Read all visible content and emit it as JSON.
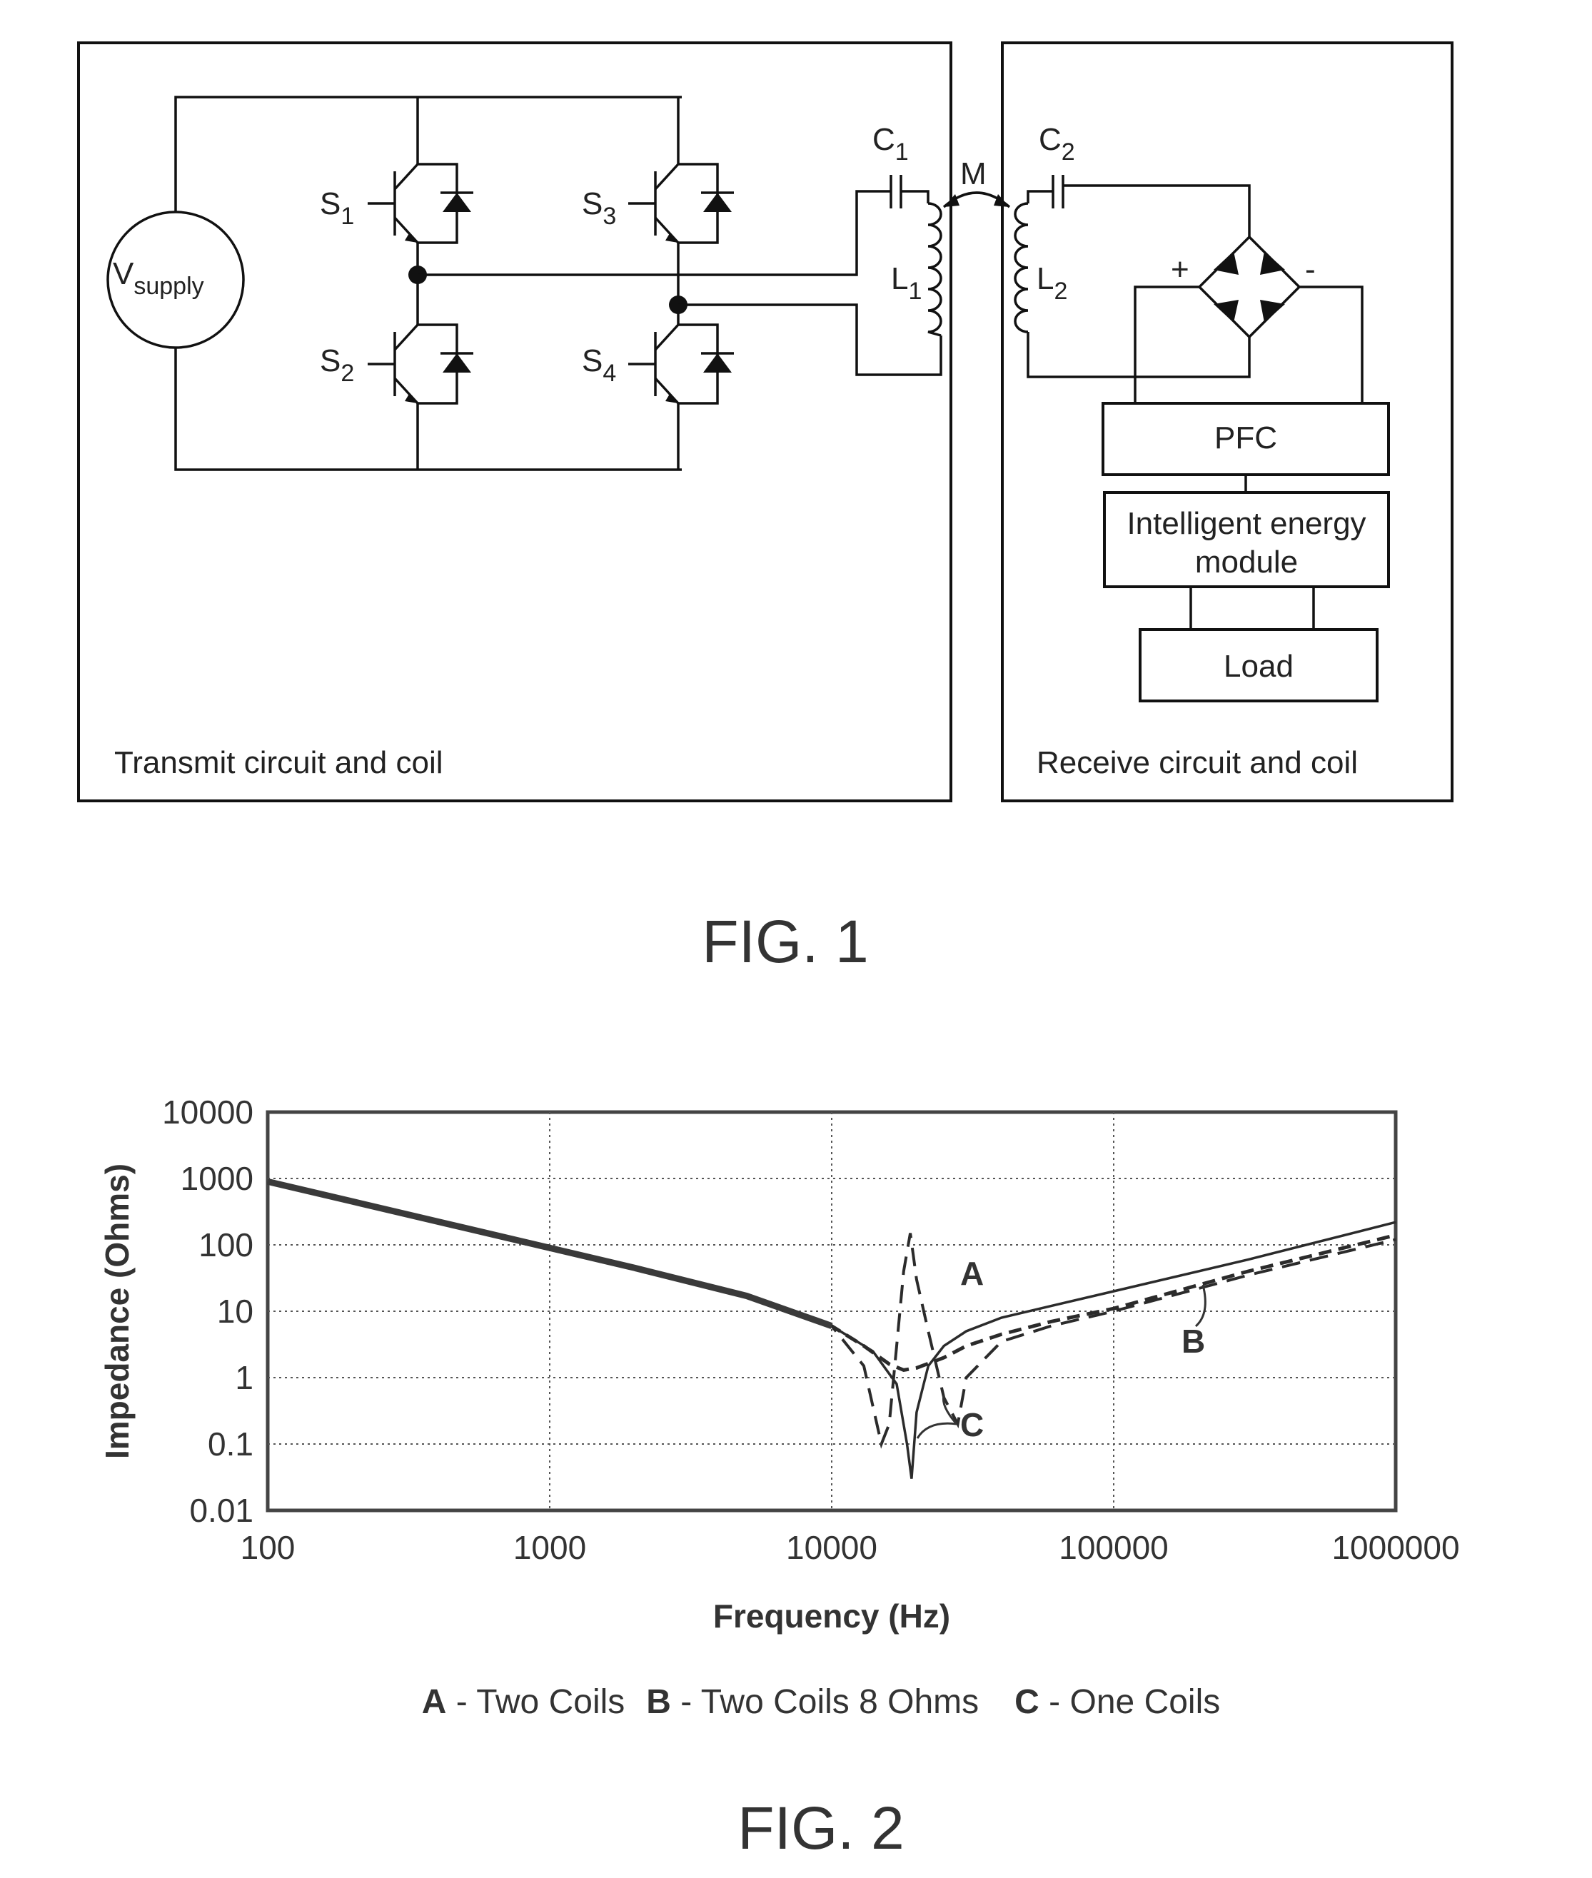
{
  "fig1": {
    "caption": "FIG. 1",
    "transmit_label": "Transmit circuit and coil",
    "receive_label": "Receive circuit and coil",
    "vsupply": {
      "main": "V",
      "sub": "supply"
    },
    "switches": [
      {
        "main": "S",
        "sub": "1"
      },
      {
        "main": "S",
        "sub": "2"
      },
      {
        "main": "S",
        "sub": "3"
      },
      {
        "main": "S",
        "sub": "4"
      }
    ],
    "c1": {
      "main": "C",
      "sub": "1"
    },
    "c2": {
      "main": "C",
      "sub": "2"
    },
    "l1": {
      "main": "L",
      "sub": "1"
    },
    "l2": {
      "main": "L",
      "sub": "2"
    },
    "mutual": "M",
    "plus": "+",
    "minus": "-",
    "blocks": {
      "pfc": "PFC",
      "iem_line1": "Intelligent energy",
      "iem_line2": "module",
      "load": "Load"
    }
  },
  "fig2": {
    "caption": "FIG. 2",
    "ylabel": "Impedance (Ohms)",
    "xlabel": "Frequency (Hz)",
    "curve_labels": {
      "a": "A",
      "b": "B",
      "c": "C"
    },
    "legend": [
      {
        "key": "A",
        "text": " - Two Coils"
      },
      {
        "key": "B",
        "text": " - Two Coils 8 Ohms"
      },
      {
        "key": "C",
        "text": " - One Coils"
      }
    ]
  },
  "chart_data": {
    "type": "line",
    "xlabel": "Frequency (Hz)",
    "ylabel": "Impedance (Ohms)",
    "x_scale": "log",
    "y_scale": "log",
    "xlim": [
      100,
      1000000
    ],
    "ylim": [
      0.01,
      10000
    ],
    "x_ticks": [
      "100",
      "1000",
      "10000",
      "100000",
      "1000000"
    ],
    "y_ticks": [
      "10000",
      "1000",
      "100",
      "10",
      "1",
      "0.1",
      "0.01"
    ],
    "grid": true,
    "legend_position": "bottom",
    "series": [
      {
        "name": "Two Coils",
        "label": "A",
        "style": "dashed",
        "x": [
          100,
          200,
          500,
          1000,
          2000,
          5000,
          10000,
          13000,
          15000,
          16000,
          17000,
          18000,
          19000,
          20000,
          22000,
          25000,
          28000,
          30000,
          40000,
          60000,
          100000,
          300000,
          1000000
        ],
        "y": [
          900,
          450,
          180,
          90,
          45,
          17,
          6,
          1.5,
          0.1,
          0.2,
          3,
          40,
          150,
          30,
          5,
          0.5,
          0.2,
          1,
          3.5,
          6,
          10,
          35,
          120
        ]
      },
      {
        "name": "Two Coils 8 Ohms",
        "label": "B",
        "style": "dashed",
        "x": [
          100,
          200,
          500,
          1000,
          2000,
          5000,
          10000,
          13000,
          16000,
          18000,
          20000,
          25000,
          30000,
          40000,
          60000,
          100000,
          300000,
          1000000
        ],
        "y": [
          900,
          450,
          180,
          90,
          45,
          17,
          6,
          3,
          1.6,
          1.3,
          1.4,
          2,
          3,
          4.5,
          7,
          11,
          40,
          140
        ]
      },
      {
        "name": "One Coils",
        "label": "C",
        "style": "solid",
        "x": [
          100,
          200,
          500,
          1000,
          2000,
          5000,
          10000,
          14000,
          17000,
          18500,
          19200,
          20000,
          22000,
          25000,
          30000,
          40000,
          60000,
          100000,
          300000,
          1000000
        ],
        "y": [
          900,
          450,
          180,
          90,
          45,
          17,
          6,
          2.5,
          0.8,
          0.1,
          0.03,
          0.3,
          1.5,
          3,
          5,
          8,
          12,
          20,
          60,
          220
        ]
      }
    ]
  }
}
